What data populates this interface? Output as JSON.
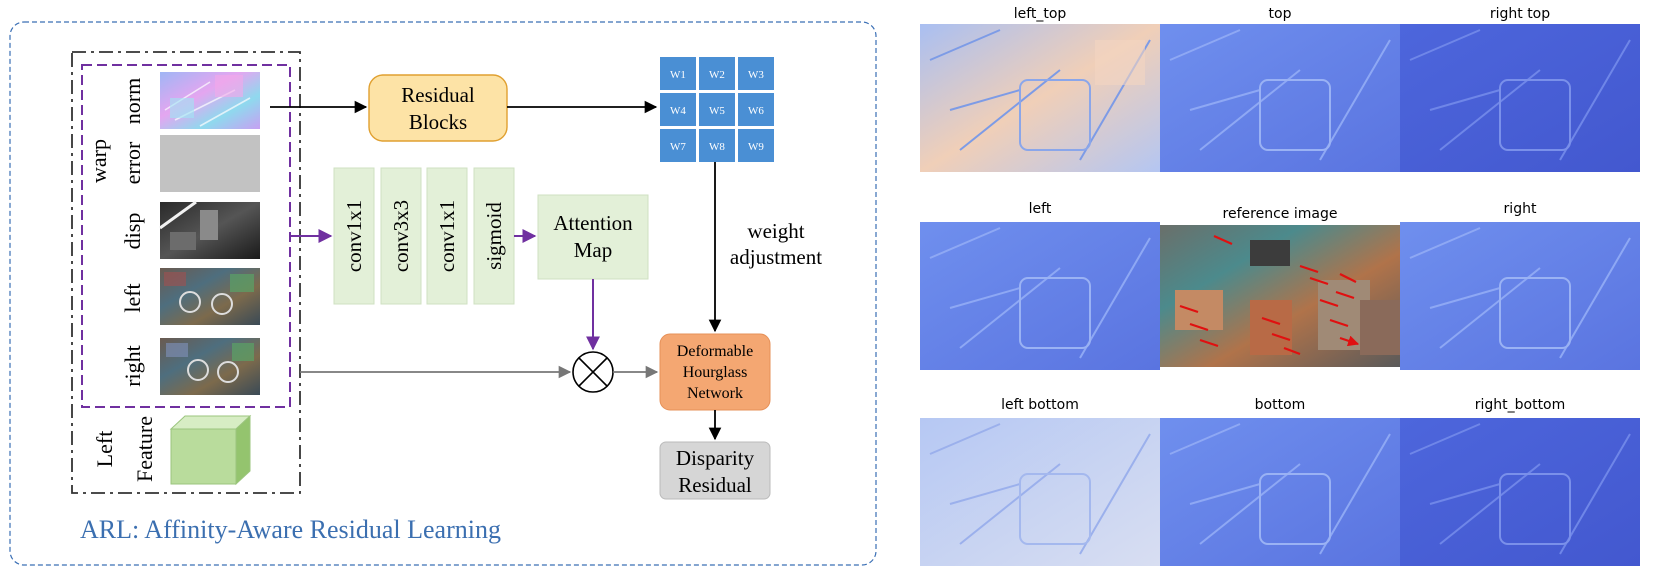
{
  "arl_panel": {
    "title": "ARL: Affinity-Aware Residual Learning",
    "warp_group": {
      "label": "warp",
      "inputs": [
        "norm",
        "error",
        "disp",
        "left",
        "right"
      ]
    },
    "left_feature": {
      "label_line1": "Left",
      "label_line2": "Feature"
    },
    "residual_blocks": {
      "line1": "Residual",
      "line2": "Blocks"
    },
    "weight_grid": [
      "W1",
      "W2",
      "W3",
      "W4",
      "W5",
      "W6",
      "W7",
      "W8",
      "W9"
    ],
    "conv_layers": [
      "conv1x1",
      "conv3x3",
      "conv1x1",
      "sigmoid"
    ],
    "attention_map": {
      "line1": "Attention",
      "line2": "Map"
    },
    "weight_adjustment": {
      "line1": "weight",
      "line2": "adjustment"
    },
    "deformable_network": {
      "line1": "Deformable",
      "line2": "Hourglass",
      "line3": "Network"
    },
    "disparity_residual": {
      "line1": "Disparity",
      "line2": "Residual"
    }
  },
  "neighbor_panel": {
    "cells": [
      {
        "label": "left_top"
      },
      {
        "label": "top"
      },
      {
        "label": "right top"
      },
      {
        "label": "left"
      },
      {
        "label": "reference image"
      },
      {
        "label": "right"
      },
      {
        "label": "left bottom"
      },
      {
        "label": "bottom"
      },
      {
        "label": "right_bottom"
      }
    ]
  },
  "colors": {
    "panel_border": "#3a6fb5",
    "title_text": "#3b6fb0",
    "warp_border": "#7030a0",
    "residual_fill": "#fde3a6",
    "residual_stroke": "#e0a030",
    "weight_fill": "#4a8fd4",
    "conv_fill": "#e3f0d8",
    "attention_fill": "#e3f0d8",
    "deformable_fill": "#f4a772",
    "disparity_fill": "#d6d6d6",
    "feature_cube": "#b9dc9c",
    "normal_blue": "#5b78e6"
  }
}
